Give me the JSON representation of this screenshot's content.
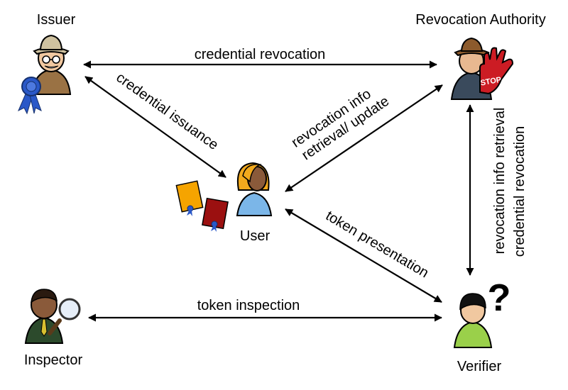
{
  "roles": {
    "issuer": "Issuer",
    "revocation_authority": "Revocation Authority",
    "user": "User",
    "inspector": "Inspector",
    "verifier": "Verifier"
  },
  "edges": {
    "issuer_revocation": "credential revocation",
    "issuer_user": "credential issuance",
    "user_revocation_line1": "revocation info",
    "user_revocation_line2": "retrieval/ update",
    "revocation_verifier_line1": "revocation info retrieval",
    "revocation_verifier_line2": "credential revocation",
    "user_verifier": "token presentation",
    "inspector_verifier": "token inspection"
  },
  "icons": {
    "issuer": "issuer-person-with-hat-and-ribbon-icon",
    "revocation_authority": "revocation-authority-with-stop-hand-icon",
    "user": "user-person-icon",
    "inspector": "inspector-with-magnifier-icon",
    "verifier": "verifier-with-question-mark-icon",
    "credentials": "credential-cards-icon"
  },
  "stop_sign_text": "STOP",
  "question_mark": "?",
  "colors": {
    "arrows": "#000000",
    "credential_orange": "#f5a400",
    "credential_red": "#9b1010",
    "ribbon_blue": "#2a58c8",
    "stop_red": "#cc1c24"
  }
}
